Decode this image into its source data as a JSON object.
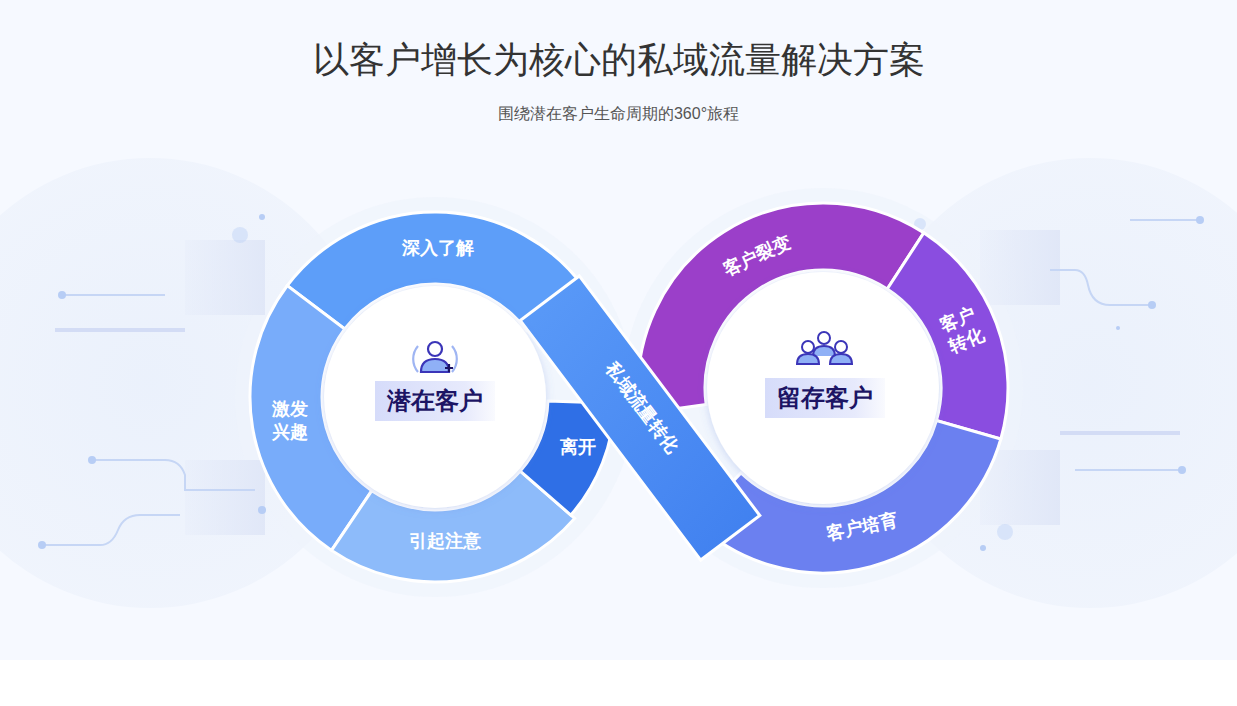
{
  "diagram": {
    "title": "以客户增长为核心的私域流量解决方案",
    "nodes": [
      {
        "text": [
          "潜在客户"
        ]
      },
      {
        "text": [
          "深入了解"
        ]
      },
      {
        "text": [
          "激发 兴趣"
        ]
      },
      {
        "text": [
          "引起注意"
        ]
      },
      {
        "text": [
          "离开"
        ]
      },
      {
        "text": [
          "私域流量转化"
        ]
      },
      {
        "text": [
          "客户裂变"
        ]
      },
      {
        "text": [
          "客户 转化"
        ]
      },
      {
        "text": [
          "客户培育"
        ]
      },
      {
        "text": [
          "留存客户"
        ]
      }
    ],
    "labels": [
      "围绕潜在客户生命周期的360°旅程"
    ]
  }
}
